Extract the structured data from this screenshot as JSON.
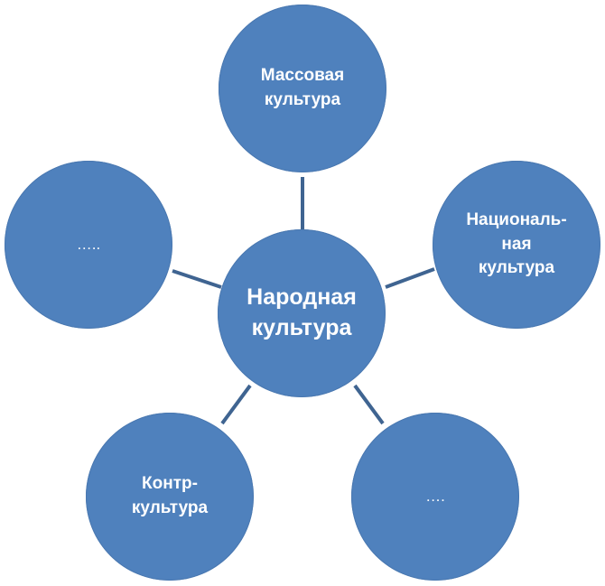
{
  "diagram": {
    "center": {
      "label": "Народная\nкультура"
    },
    "nodes": {
      "top": {
        "label": "Массовая\nкультура"
      },
      "right": {
        "label": "Националь-\nная\nкультура"
      },
      "bottom_right": {
        "label": "…."
      },
      "bottom_left": {
        "label": "Контр-\nкультура"
      },
      "left": {
        "label": "….."
      }
    }
  },
  "colors": {
    "node_fill": "#4f81bd",
    "connector": "#3f6491",
    "text": "#ffffff",
    "background": "#ffffff"
  }
}
